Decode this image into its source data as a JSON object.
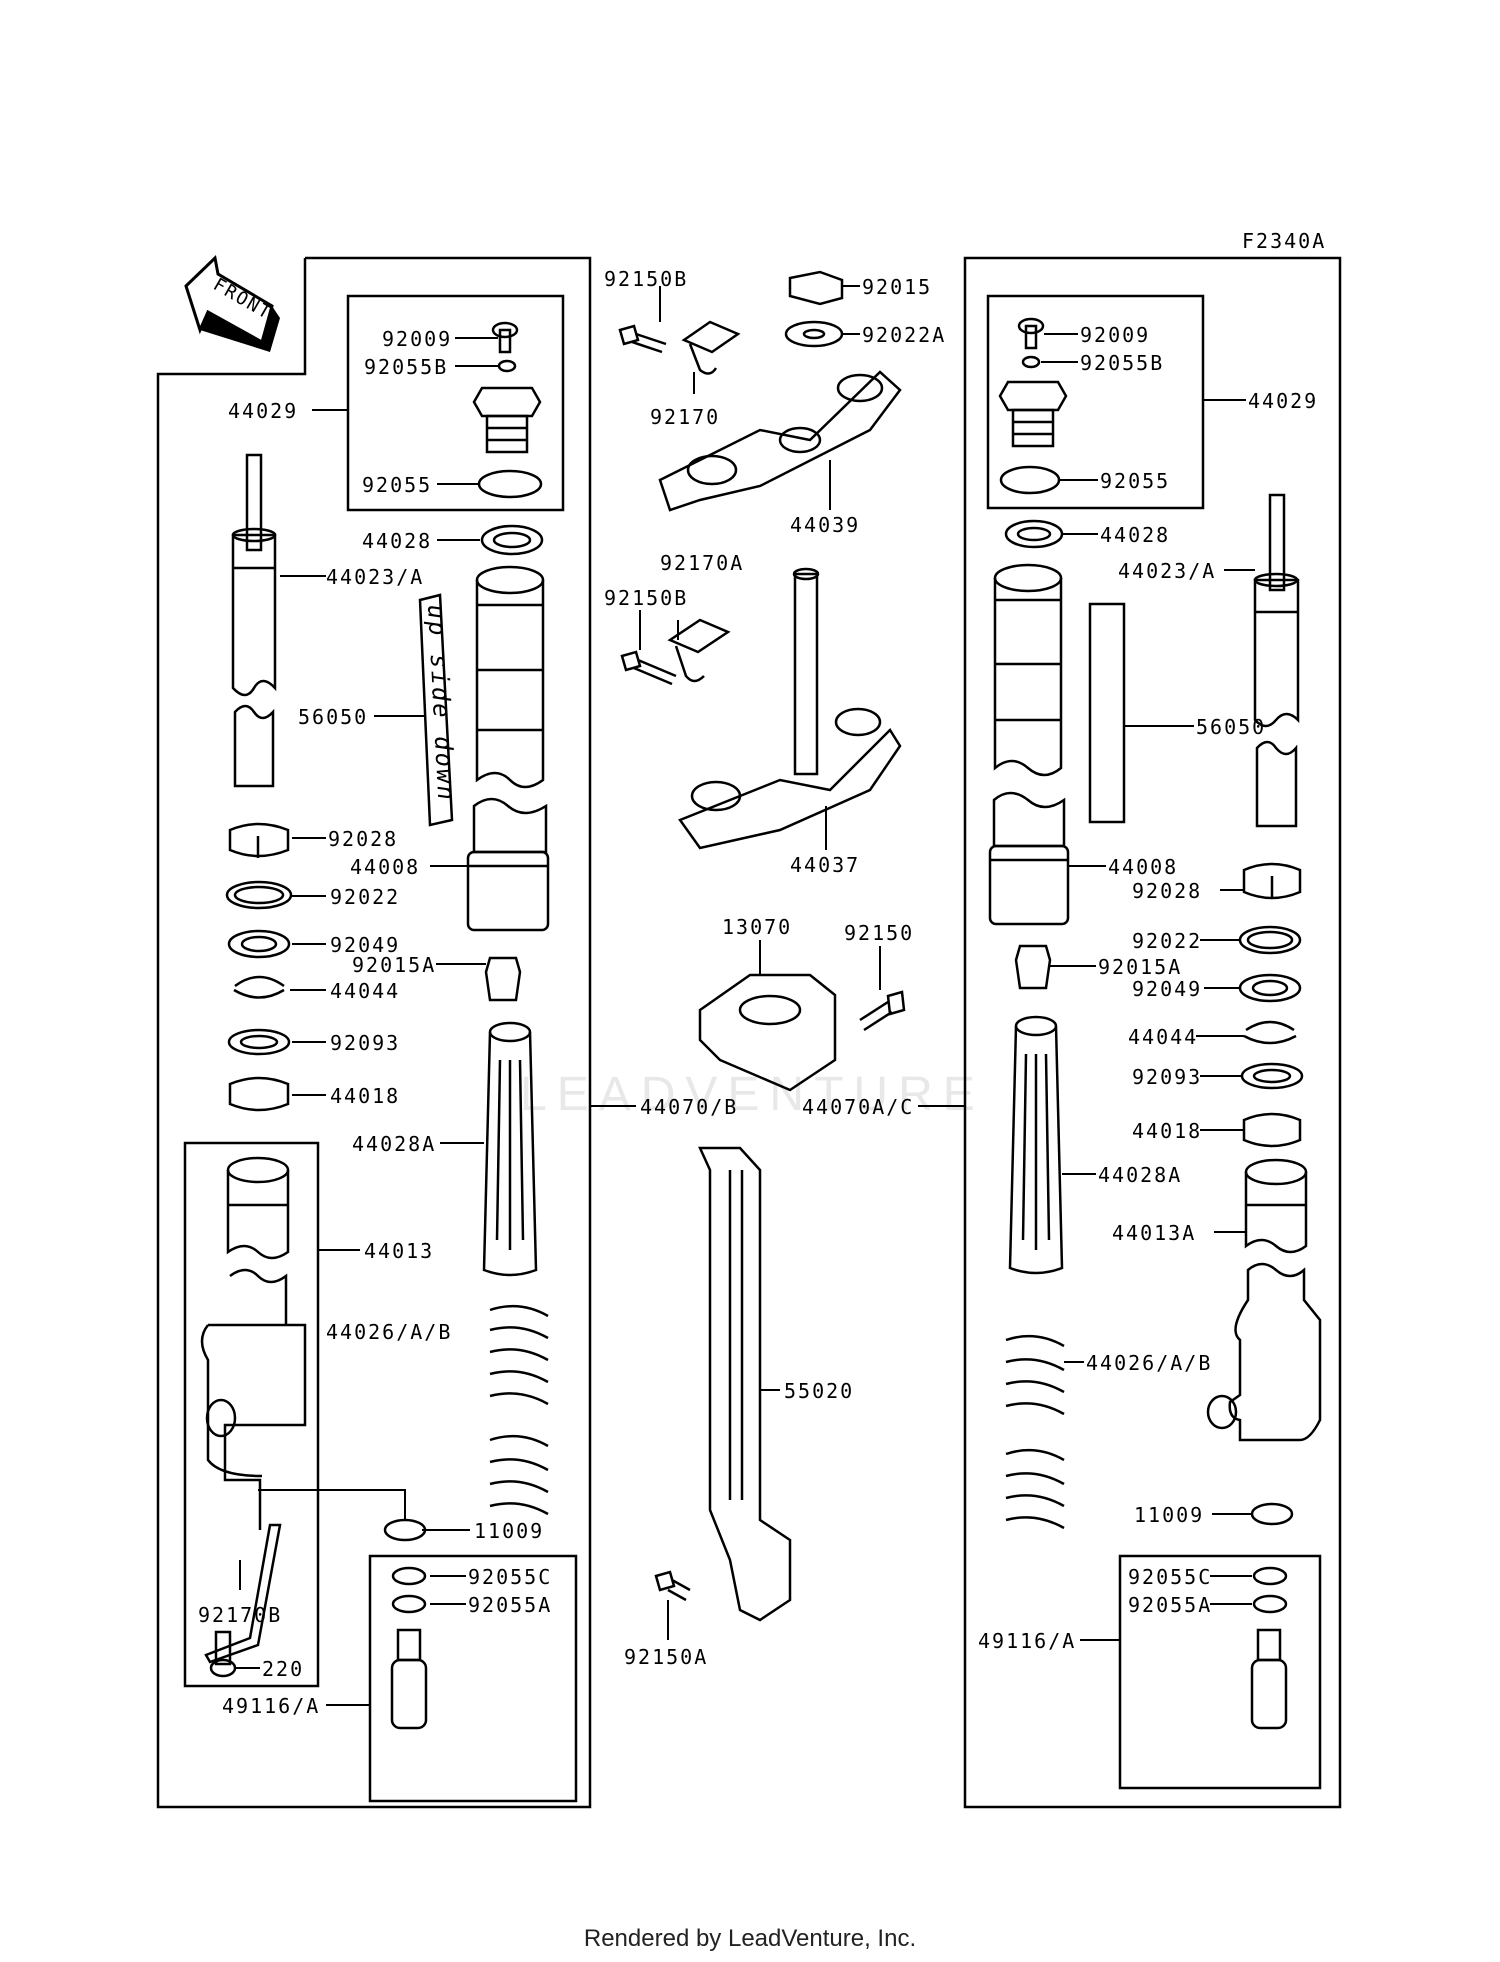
{
  "diagram_code": "F2340A",
  "front_label": "FRONT",
  "sticker_text": "up side down",
  "watermark": "LEADVENTURE",
  "footer": "Rendered by LeadVenture, Inc.",
  "labels": {
    "l_44029": "44029",
    "l_92009": "92009",
    "l_92055B": "92055B",
    "l_92055": "92055",
    "l_44028": "44028",
    "l_44023A": "44023/A",
    "l_56050": "56050",
    "l_92028": "92028",
    "l_44008": "44008",
    "l_92022": "92022",
    "l_92049": "92049",
    "l_92015A": "92015A",
    "l_44044": "44044",
    "l_92093": "92093",
    "l_44018": "44018",
    "l_44028A": "44028A",
    "l_44013": "44013",
    "l_44026AB": "44026/A/B",
    "l_11009": "11009",
    "l_92055C": "92055C",
    "l_92055A": "92055A",
    "l_92170B": "92170B",
    "l_220": "220",
    "l_49116A": "49116/A",
    "l_44070B": "44070/B",
    "c_92150B": "92150B",
    "c_92170": "92170",
    "c_92015": "92015",
    "c_92022A": "92022A",
    "c_44039": "44039",
    "c_92170A": "92170A",
    "c_92150B2": "92150B",
    "c_44037": "44037",
    "c_13070": "13070",
    "c_92150": "92150",
    "c_55020": "55020",
    "c_92150A": "92150A",
    "r_92009": "92009",
    "r_92055B": "92055B",
    "r_44029": "44029",
    "r_92055": "92055",
    "r_44028": "44028",
    "r_44023A": "44023/A",
    "r_56050": "56050",
    "r_44008": "44008",
    "r_92028": "92028",
    "r_92022": "92022",
    "r_92015A": "92015A",
    "r_92049": "92049",
    "r_44044": "44044",
    "r_92093": "92093",
    "r_44018": "44018",
    "r_44028A": "44028A",
    "r_44013A": "44013A",
    "r_44026AB": "44026/A/B",
    "r_11009": "11009",
    "r_92055C": "92055C",
    "r_92055A": "92055A",
    "r_49116A": "49116/A",
    "r_44070AC": "44070A/C"
  }
}
